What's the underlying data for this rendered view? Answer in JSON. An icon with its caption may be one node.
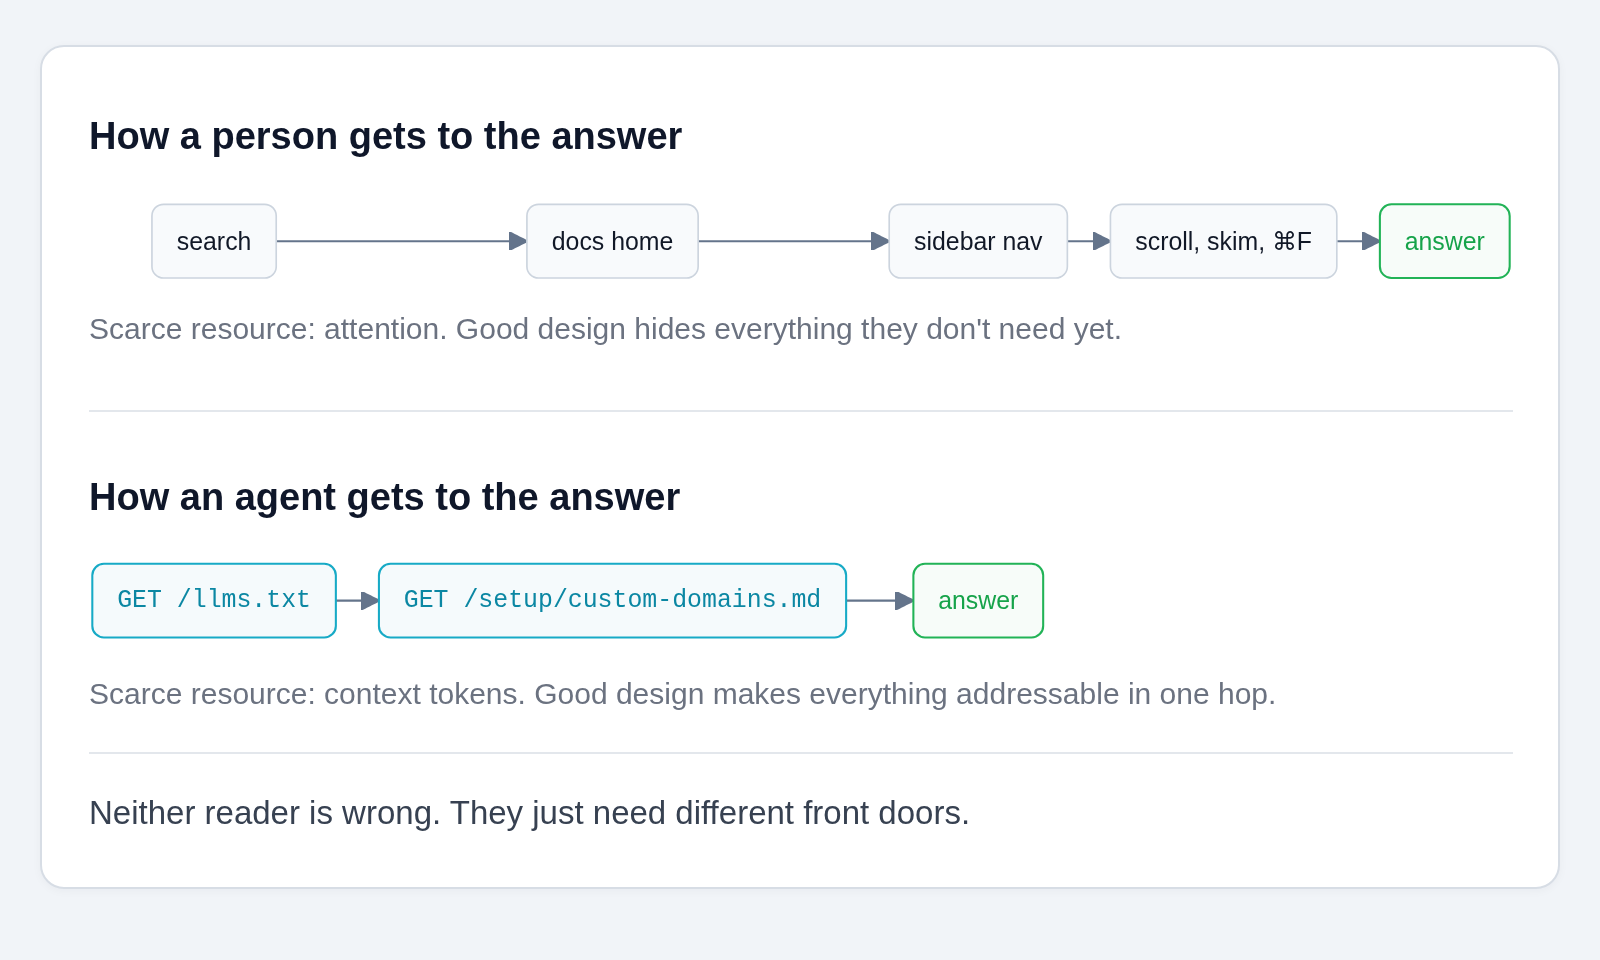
{
  "diagram": {
    "nodes": [
      {
        "text": [
          "search"
        ]
      },
      {
        "text": [
          "docs home"
        ]
      },
      {
        "text": [
          "sidebar nav"
        ]
      },
      {
        "text": [
          "scroll, skim, ⌘F"
        ]
      },
      {
        "text": [
          "answer"
        ]
      },
      {
        "text": [
          "GET /llms.txt"
        ]
      },
      {
        "text": [
          "GET /setup/custom-domains.md"
        ]
      },
      {
        "text": [
          "answer"
        ]
      }
    ],
    "edges": [
      {
        "from": 0,
        "to": 1,
        "arrow": "to"
      },
      {
        "from": 1,
        "to": 2,
        "arrow": "to"
      },
      {
        "from": 2,
        "to": 3,
        "arrow": "to"
      },
      {
        "from": 3,
        "to": 4,
        "arrow": "to"
      },
      {
        "from": 5,
        "to": 6,
        "arrow": "to"
      },
      {
        "from": 6,
        "to": 7,
        "arrow": "to"
      }
    ],
    "labels": [
      "How a person gets to the answer",
      "Scarce resource: attention. Good design hides everything they don't need yet.",
      "How an agent gets to the answer",
      "Scarce resource: context tokens. Good design makes everything addressable in one hop.",
      "Neither reader is wrong. They just need different front doors."
    ]
  }
}
